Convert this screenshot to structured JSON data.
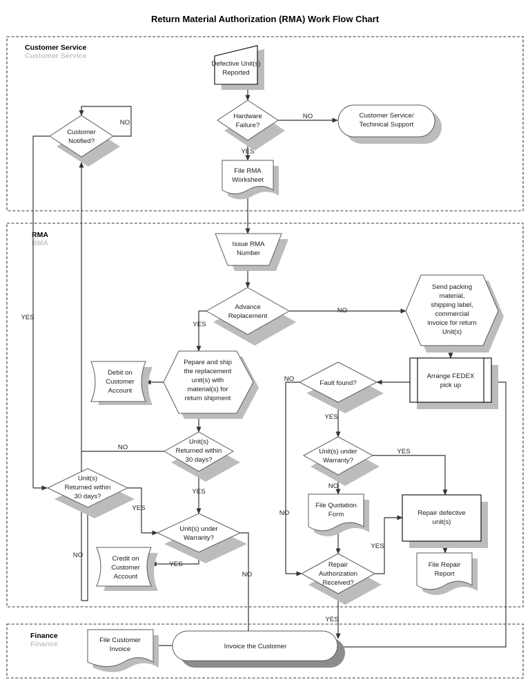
{
  "title": "Return Material Authorization (RMA) Work Flow Chart",
  "colors": {
    "shape_fill": "#ffffff",
    "shape_stroke": "#58585a",
    "shadow": "#bcbcbc",
    "shadow_dark": "#8c8c8c",
    "connector": "#333333",
    "lane_border": "#333333",
    "text": "#1a1a1a",
    "ghost_label": "#c4c4c4"
  },
  "lanes": [
    {
      "id": "customer-service",
      "label": "Customer Service",
      "ghost_label": "Customer Service"
    },
    {
      "id": "rma",
      "label": "RMA",
      "ghost_label": "RMA"
    },
    {
      "id": "finance",
      "label": "Finance",
      "ghost_label": "Finance"
    }
  ],
  "nodes": [
    {
      "id": "defective-units-reported",
      "lane": "customer-service",
      "shape": "manual-input",
      "lines": [
        "Defective Unit(s)",
        "Reported"
      ]
    },
    {
      "id": "hardware-failure",
      "lane": "customer-service",
      "shape": "decision",
      "lines": [
        "Hardware",
        "Failure?"
      ]
    },
    {
      "id": "customer-service-technical-support",
      "lane": "customer-service",
      "shape": "terminator",
      "lines": [
        "Customer Service/",
        "Techinical Support"
      ]
    },
    {
      "id": "file-rma-worksheet",
      "lane": "customer-service",
      "shape": "document",
      "lines": [
        "File RMA",
        "Worksheet"
      ]
    },
    {
      "id": "customer-notified",
      "lane": "customer-service",
      "shape": "decision",
      "lines": [
        "Customer",
        "Notified?"
      ]
    },
    {
      "id": "issue-rma-number",
      "lane": "rma",
      "shape": "manual-operation",
      "lines": [
        "Issue RMA",
        "Number"
      ]
    },
    {
      "id": "advance-replacement",
      "lane": "rma",
      "shape": "decision",
      "lines": [
        "Advance",
        "Replacement"
      ]
    },
    {
      "id": "send-packing-material",
      "lane": "rma",
      "shape": "preparation",
      "lines": [
        "Send packing",
        "material,",
        "shipping label,",
        "commercial",
        "invoice for return",
        "Unit(s)"
      ]
    },
    {
      "id": "arrange-fedex-pick-up",
      "lane": "rma",
      "shape": "predefined-process",
      "lines": [
        "Arrange FEDEX",
        "pick up"
      ]
    },
    {
      "id": "prepare-and-ship-replacement",
      "lane": "rma",
      "shape": "preparation",
      "lines": [
        "Pepare and ship",
        "the replacement",
        "unit(s) with",
        "material(s) for",
        "return shipment"
      ]
    },
    {
      "id": "debit-on-customer-account",
      "lane": "rma",
      "shape": "stored-data",
      "lines": [
        "Debit on",
        "Customer",
        "Account"
      ]
    },
    {
      "id": "units-returned-30-days-a",
      "lane": "rma",
      "shape": "decision",
      "lines": [
        "Unit(s)",
        "Returned within",
        "30 days?"
      ]
    },
    {
      "id": "units-returned-30-days-b",
      "lane": "rma",
      "shape": "decision",
      "lines": [
        "Unit(s)",
        "Returned within",
        "30 days?"
      ]
    },
    {
      "id": "units-under-warranty-left",
      "lane": "rma",
      "shape": "decision",
      "lines": [
        "Unit(s) under",
        "Warranty?"
      ]
    },
    {
      "id": "credit-on-customer-account",
      "lane": "rma",
      "shape": "stored-data",
      "lines": [
        "Credit on",
        "Customer",
        "Account"
      ]
    },
    {
      "id": "fault-found",
      "lane": "rma",
      "shape": "decision",
      "lines": [
        "Fault found?"
      ]
    },
    {
      "id": "units-under-warranty-right",
      "lane": "rma",
      "shape": "decision",
      "lines": [
        "Unit(s) under",
        "Warranty?"
      ]
    },
    {
      "id": "file-quotation-form",
      "lane": "rma",
      "shape": "document",
      "lines": [
        "File Quotation",
        "Form"
      ]
    },
    {
      "id": "repair-authorization-received",
      "lane": "rma",
      "shape": "decision",
      "lines": [
        "Repair",
        "Authorization",
        "Received?"
      ]
    },
    {
      "id": "repair-defective-units",
      "lane": "rma",
      "shape": "process",
      "lines": [
        "Repair defective",
        "unit(s)"
      ]
    },
    {
      "id": "file-repair-report",
      "lane": "rma",
      "shape": "document",
      "lines": [
        "File Repair",
        "Report"
      ]
    },
    {
      "id": "file-customer-invoice",
      "lane": "finance",
      "shape": "document",
      "lines": [
        "File Customer",
        "Invoice"
      ]
    },
    {
      "id": "invoice-the-customer",
      "lane": "finance",
      "shape": "terminator",
      "lines": [
        "Invoice the Customer"
      ]
    }
  ],
  "edge_labels": {
    "hardware_failure_no": "NO",
    "hardware_failure_yes": "YES",
    "customer_notified_no": "NO",
    "advance_replacement_no": "NO",
    "advance_replacement_yes": "YES",
    "units_returned_a_no": "NO",
    "units_returned_a_yes": "YES",
    "units_returned_b_yes": "YES",
    "units_returned_b_no": "NO",
    "warranty_left_yes": "YES",
    "warranty_left_no": "NO",
    "left_branch_yes": "YES",
    "fault_found_no": "NO",
    "fault_found_yes": "YES",
    "warranty_right_yes": "YES",
    "warranty_right_no": "NO",
    "repair_auth_no": "NO",
    "repair_auth_yes_to_repair": "YES",
    "repair_auth_yes_to_invoice": "YES"
  }
}
